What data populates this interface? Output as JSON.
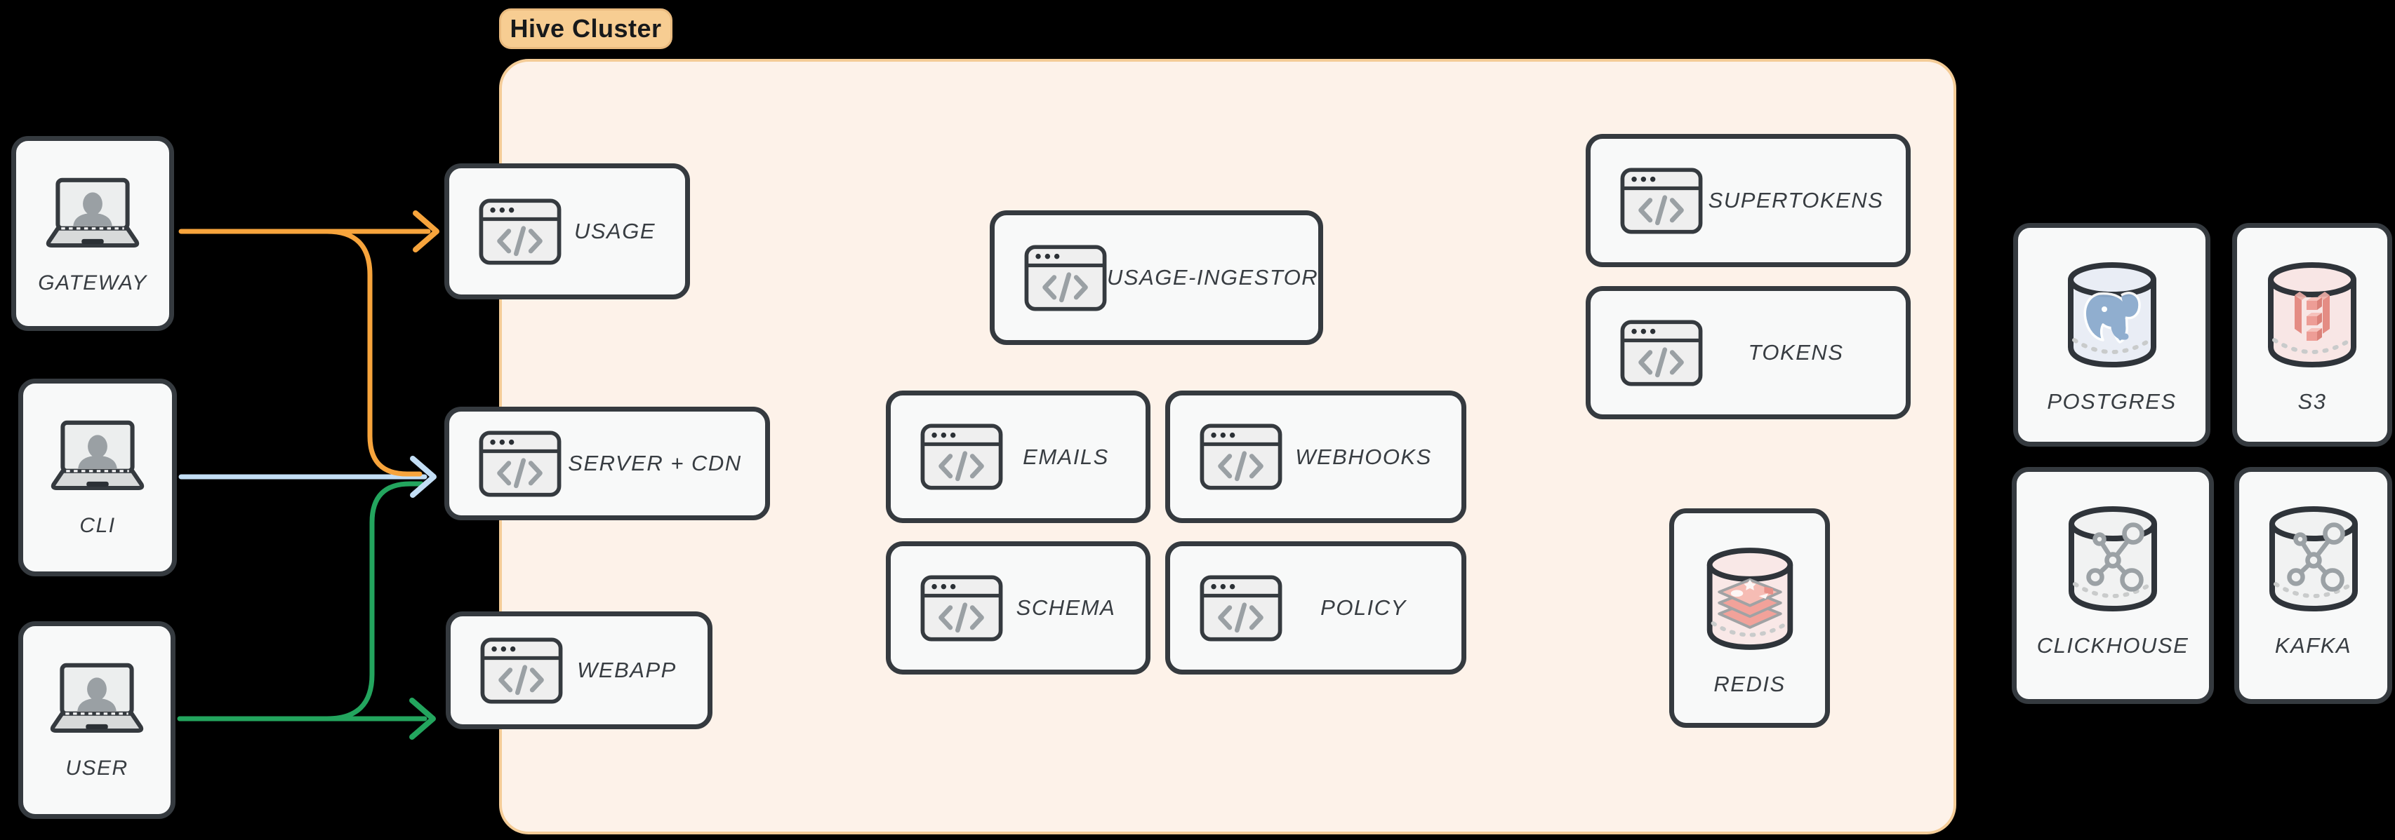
{
  "cluster": {
    "label": "Hive Cluster"
  },
  "clients": [
    {
      "id": "gateway",
      "label": "GATEWAY"
    },
    {
      "id": "cli",
      "label": "CLI"
    },
    {
      "id": "user",
      "label": "USER"
    }
  ],
  "services": [
    {
      "id": "usage",
      "label": "USAGE"
    },
    {
      "id": "server-cdn",
      "label": "SERVER + CDN"
    },
    {
      "id": "webapp",
      "label": "WEBAPP"
    },
    {
      "id": "usage-ingestor",
      "label": "USAGE-INGESTOR"
    },
    {
      "id": "emails",
      "label": "EMAILS"
    },
    {
      "id": "webhooks",
      "label": "WEBHOOKS"
    },
    {
      "id": "schema",
      "label": "SCHEMA"
    },
    {
      "id": "policy",
      "label": "POLICY"
    },
    {
      "id": "supertokens",
      "label": "SUPERTOKENS"
    },
    {
      "id": "tokens",
      "label": "TOKENS"
    }
  ],
  "datastores": [
    {
      "id": "redis",
      "label": "REDIS",
      "icon": "redis-cylinder"
    },
    {
      "id": "postgres",
      "label": "POSTGRES",
      "icon": "postgres-cylinder"
    },
    {
      "id": "s3",
      "label": "S3",
      "icon": "s3-cylinder"
    },
    {
      "id": "clickhouse",
      "label": "CLICKHOUSE",
      "icon": "network-cylinder"
    },
    {
      "id": "kafka",
      "label": "KAFKA",
      "icon": "network-cylinder"
    }
  ],
  "edges": [
    {
      "from": "GATEWAY",
      "to": "USAGE",
      "color_key": "orange"
    },
    {
      "from": "GATEWAY",
      "to": "SERVER + CDN",
      "color_key": "orange"
    },
    {
      "from": "CLI",
      "to": "SERVER + CDN",
      "color_key": "blue"
    },
    {
      "from": "USER",
      "to": "SERVER + CDN",
      "color_key": "green"
    },
    {
      "from": "USER",
      "to": "WEBAPP",
      "color_key": "green"
    }
  ],
  "colors": {
    "orange": "#F7A43C",
    "blue": "#C3DEF5",
    "green": "#23A55E",
    "node-border": "#353A3F",
    "node-fill": "#F8F9F9",
    "cluster-fill": "#FDF2E9",
    "cluster-border": "#F4CC97",
    "cluster-label-bg": "#F7CD92",
    "label-text": "#383D42"
  }
}
